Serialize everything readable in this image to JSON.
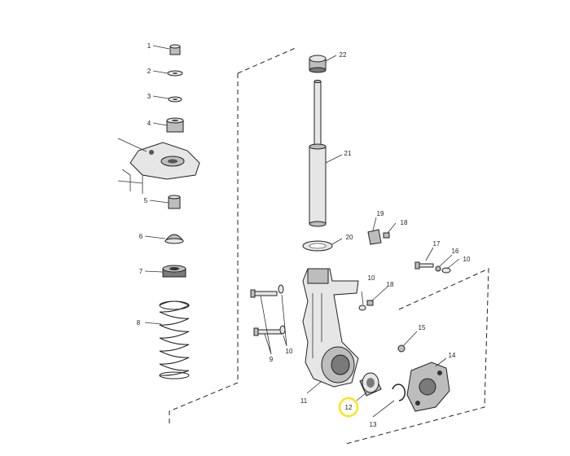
{
  "callouts": [
    {
      "id": "1",
      "label": "1"
    },
    {
      "id": "2",
      "label": "2"
    },
    {
      "id": "3",
      "label": "3"
    },
    {
      "id": "4",
      "label": "4"
    },
    {
      "id": "5",
      "label": "5"
    },
    {
      "id": "6",
      "label": "6"
    },
    {
      "id": "7",
      "label": "7"
    },
    {
      "id": "8",
      "label": "8"
    },
    {
      "id": "9",
      "label": "9"
    },
    {
      "id": "10a",
      "label": "10"
    },
    {
      "id": "10b",
      "label": "10"
    },
    {
      "id": "10c",
      "label": "10"
    },
    {
      "id": "11",
      "label": "11"
    },
    {
      "id": "12",
      "label": "12"
    },
    {
      "id": "13",
      "label": "13"
    },
    {
      "id": "14",
      "label": "14"
    },
    {
      "id": "15",
      "label": "15"
    },
    {
      "id": "16",
      "label": "16"
    },
    {
      "id": "17",
      "label": "17"
    },
    {
      "id": "18a",
      "label": "18"
    },
    {
      "id": "18b",
      "label": "18"
    },
    {
      "id": "19",
      "label": "19"
    },
    {
      "id": "20",
      "label": "20"
    },
    {
      "id": "21",
      "label": "21"
    },
    {
      "id": "22",
      "label": "22"
    }
  ],
  "highlight": {
    "callout": "12",
    "color": "#f5e61e"
  },
  "colors": {
    "line": "#222222",
    "part_light": "#e6e6e6",
    "part_mid": "#bdbdbd",
    "part_dark": "#7a7a7a"
  }
}
